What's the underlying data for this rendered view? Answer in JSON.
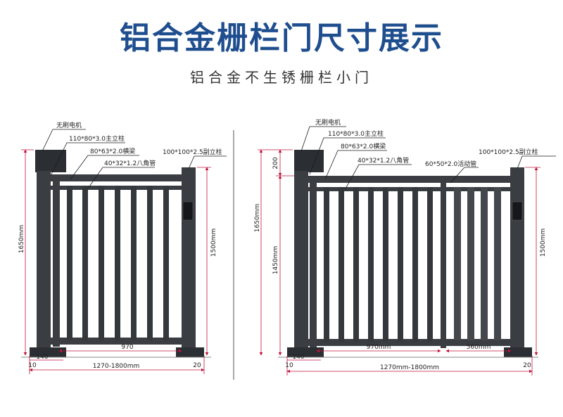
{
  "header": {
    "title": "铝合金栅栏门尺寸展示",
    "subtitle": "铝合金不生锈栅栏小门"
  },
  "colors": {
    "title": "#1f4e8f",
    "frame": "#3a3d42",
    "frame_dark": "#24272b",
    "dimension": "#c0143c",
    "leader": "#1c1c1c"
  },
  "left_gate": {
    "labels": {
      "motor": "无刷电机",
      "main_post": "110*80*3.0主立柱",
      "beam": "80*63*2.0横梁",
      "bar": "40*32*1.2八角管",
      "aux_post": "100*100*2.5副立柱"
    },
    "dims": {
      "total_height": "1650mm",
      "aux_height": "1500mm",
      "leaf_width": "970",
      "base_offset": "140",
      "left_gap": "10",
      "right_gap": "20",
      "overall": "1270-1800mm"
    }
  },
  "right_gate": {
    "labels": {
      "motor": "无刷电机",
      "main_post": "110*80*3.0主立柱",
      "beam": "80*63*2.0横梁",
      "bar": "40*32*1.2八角管",
      "sliding": "60*50*2.0活动管",
      "aux_post": "100*100*2.5副立柱"
    },
    "dims": {
      "top_height": "200",
      "total_height": "1650mm",
      "leaf_height": "1450mm",
      "aux_height": "1500mm",
      "leaf_width": "970mm",
      "slide_width": "560mm",
      "base_offset": "140",
      "left_gap": "10",
      "right_gap": "20",
      "overall": "1270mm-1800mm"
    }
  }
}
